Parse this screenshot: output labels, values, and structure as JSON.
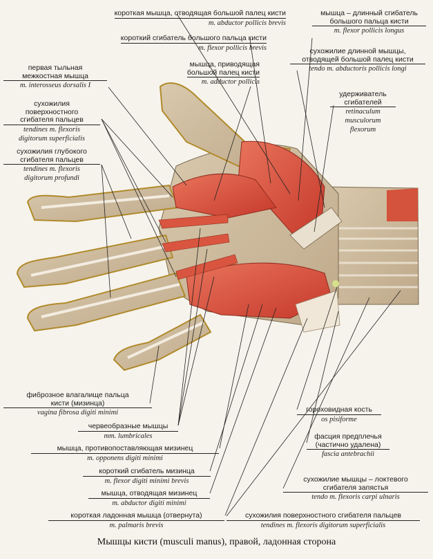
{
  "caption": "Мышцы кисти (musculi manus), правой, ладонная сторона",
  "labels": {
    "abd_poll_brevis": {
      "ru": "короткая мышца, отводящая большой палец кисти",
      "la": "m. abductor pollicis brevis"
    },
    "flex_poll_brevis": {
      "ru": "короткий сгибатель большого пальца кисти",
      "la": "m. flexor pollicis brevis"
    },
    "adductor_poll": {
      "ru1": "мышца, приводящая",
      "ru2": "большой палец кисти",
      "la": "m. adductor pollicis"
    },
    "interosseus": {
      "ru1": "первая тыльная",
      "ru2": "межкостная мышца",
      "la": "m. interosseus dorsalis I"
    },
    "tend_superf": {
      "ru1": "сухожилия",
      "ru2": "поверхностного",
      "ru3": "сгибателя пальцев",
      "la1": "tendines m. flexoris",
      "la2": "digitorum superficialis"
    },
    "tend_prof": {
      "ru1": "сухожилия глубокого",
      "ru2": "сгибателя пальцев",
      "la1": "tendines m. flexoris",
      "la2": "digitorum profundi"
    },
    "flex_poll_longus": {
      "ru1": "мышца – длинный сгибатель",
      "ru2": "большого пальца кисти",
      "la": "m. flexor pollicis longus"
    },
    "tendo_abd_longi": {
      "ru1": "сухожилие длинной мышцы,",
      "ru2": "отводящей большой палец кисти",
      "la": "tendo m. abductoris pollicis longi"
    },
    "retinaculum": {
      "ru1": "удерживатель",
      "ru2": "сгибателей",
      "la1": "retinaculum",
      "la2": "musculorum",
      "la3": "flexorum"
    },
    "vagina_fibrosa": {
      "ru1": "фиброзное влагалище пальца",
      "ru2": "кисти (мизинца)",
      "la": "vagina fibrosa digiti minimi"
    },
    "lumbricales": {
      "ru": "червеобразные мышцы",
      "la": "mm. lumbricales"
    },
    "opponens": {
      "ru": "мышца, противопоставляющая мизинец",
      "la": "m. opponens digiti minimi"
    },
    "flex_dig_min": {
      "ru": "короткий сгибатель мизинца",
      "la": "m. flexor digiti minimi brevis"
    },
    "abd_dig_min": {
      "ru": "мышца, отводящая мизинец",
      "la": "m. abductor digiti minimi"
    },
    "palmaris_brevis": {
      "ru": "короткая ладонная мышца (отвернута)",
      "la": "m. palmaris brevis"
    },
    "pisiforme": {
      "ru": "гороховидная кость",
      "la": "os pisiforme"
    },
    "fascia": {
      "ru1": "фасция предплечья",
      "ru2": "(частично удалена)",
      "la": "fascia antebrachii"
    },
    "tendo_ulnaris": {
      "ru1": "сухожилие мышцы – локтевого",
      "ru2": "сгибателя запястья",
      "la": "tendo m. flexoris carpi ulnaris"
    },
    "tend_superf_bottom": {
      "ru": "сухожилия поверхностного сгибателя пальцев",
      "la": "tendines m. flexoris digitorum superficialis"
    }
  }
}
